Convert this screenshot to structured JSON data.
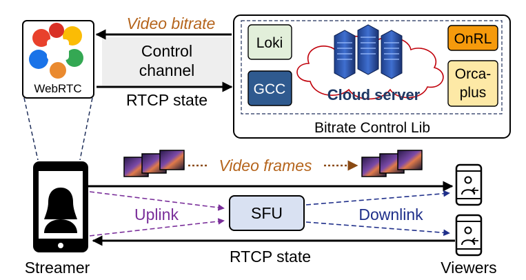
{
  "webrtc": {
    "label": "WebRTC"
  },
  "control": {
    "video_bitrate": "Video bitrate",
    "channel_line1": "Control",
    "channel_line2": "channel",
    "rtcp_state": "RTCP state"
  },
  "lib": {
    "title": "Bitrate Control Lib",
    "loki": "Loki",
    "gcc": "GCC",
    "cloud": "Cloud server",
    "onrl": "OnRL",
    "orca_line1": "Orca-",
    "orca_line2": "plus"
  },
  "stream": {
    "video_frames": "Video frames",
    "uplink": "Uplink",
    "sfu": "SFU",
    "downlink": "Downlink",
    "rtcp_state": "RTCP state",
    "streamer": "Streamer",
    "viewers": "Viewers"
  },
  "colors": {
    "bitrate_orange": "#b5651d",
    "uplink_purple": "#7a2f9a",
    "downlink_navy": "#1f2f8a",
    "gcc_blue": "#2f5a8f",
    "cloud_text": "#1f3864",
    "loki_fill": "#e2efda",
    "onrl_fill": "#f59a0c",
    "orca_fill": "#fde9a6",
    "sfu_fill": "#d9e1f2"
  }
}
